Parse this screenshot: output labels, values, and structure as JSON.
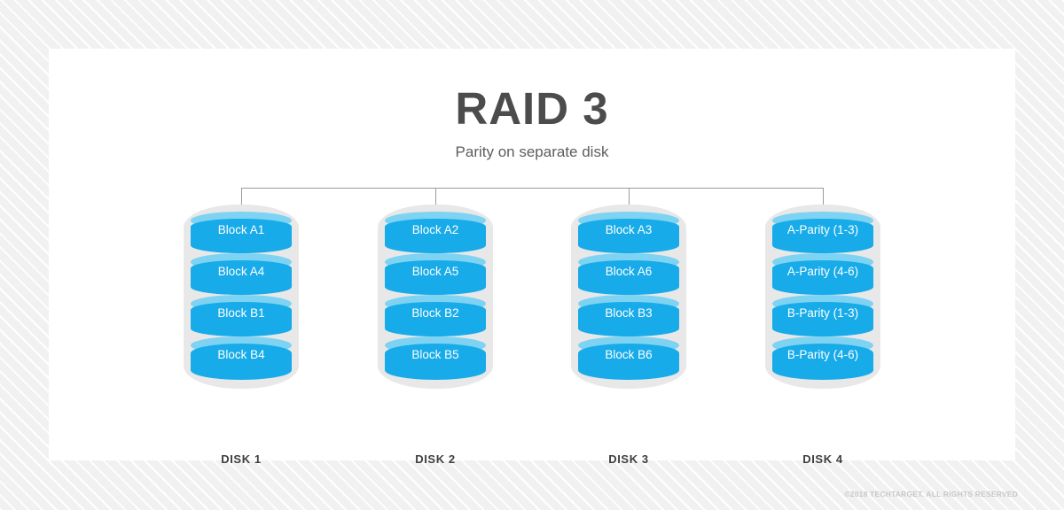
{
  "diagram": {
    "title": "RAID 3",
    "subtitle": "Parity on separate disk",
    "colors": {
      "cylinder_body": "#17abe9",
      "cylinder_cap": "#7ed3f2",
      "shell": "#e8e8e8",
      "connector": "#9a9a9a",
      "title_text": "#4c4c4c",
      "card": "#ffffff",
      "background": "#f2f2f3"
    },
    "disks": [
      {
        "label": "DISK 1",
        "blocks": [
          "Block A1",
          "Block A4",
          "Block B1",
          "Block B4"
        ]
      },
      {
        "label": "DISK 2",
        "blocks": [
          "Block A2",
          "Block A5",
          "Block B2",
          "Block B5"
        ]
      },
      {
        "label": "DISK 3",
        "blocks": [
          "Block A3",
          "Block A6",
          "Block B3",
          "Block B6"
        ]
      },
      {
        "label": "DISK 4",
        "blocks": [
          "A-Parity (1-3)",
          "A-Parity (4-6)",
          "B-Parity (1-3)",
          "B-Parity (4-6)"
        ]
      }
    ]
  },
  "footer": {
    "copyright": "©2018 TECHTARGET. ALL RIGHTS RESERVED"
  }
}
